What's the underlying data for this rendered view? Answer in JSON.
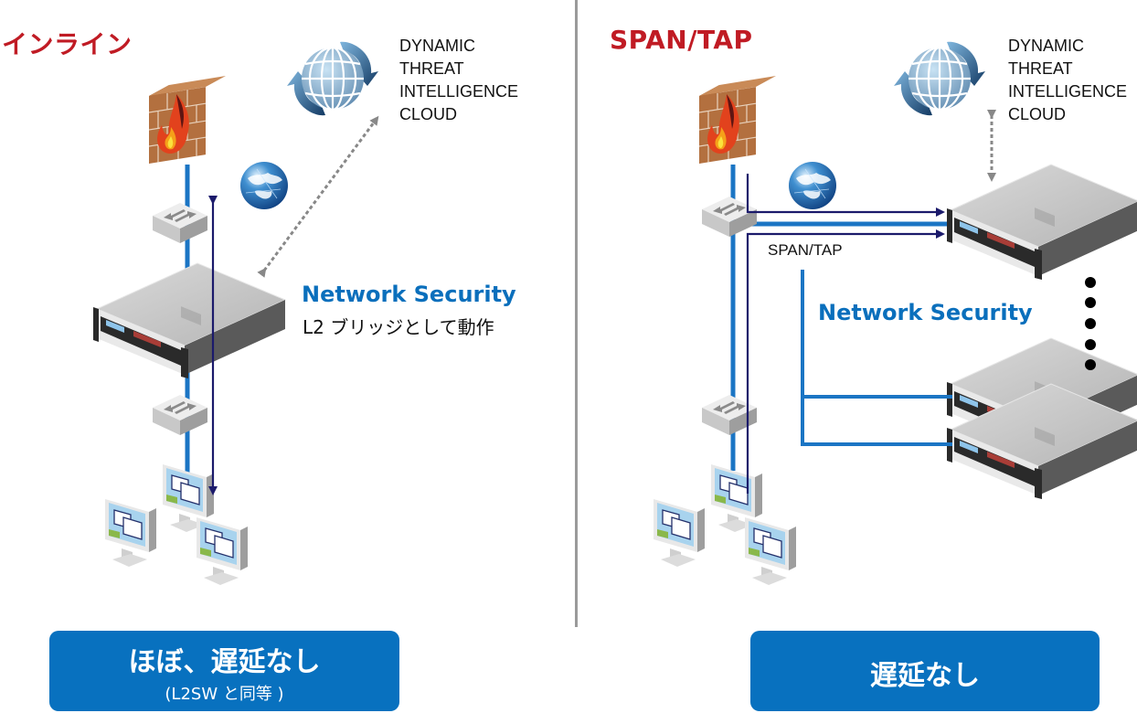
{
  "inline": {
    "title": "インライン",
    "cloud_label": [
      "DYNAMIC",
      "THREAT",
      "INTELLIGENCE",
      "CLOUD"
    ],
    "product_label": "Network Security",
    "product_sub": "L2 ブリッジとして動作",
    "result_main": "ほぼ、遅延なし",
    "result_sub": "(L2SW と同等 )"
  },
  "span_tap": {
    "title": "SPAN/TAP",
    "cloud_label": [
      "DYNAMIC",
      "THREAT",
      "INTELLIGENCE",
      "CLOUD"
    ],
    "mirror_label": "SPAN/TAP",
    "product_label": "Network Security",
    "result_main": "遅延なし"
  },
  "icons": {
    "firewall": "firewall-icon",
    "internet": "internet-globe-icon",
    "threat_cloud": "threat-intelligence-cloud-icon",
    "switch": "network-switch-icon",
    "appliance": "security-appliance-icon",
    "client": "client-pc-icon"
  },
  "colors": {
    "title_red": "#c01b24",
    "accent_blue": "#0a6fbc",
    "link_blue": "#1b75c4",
    "traffic_navy": "#1b1a6b",
    "divider_gray": "#9a9a9a",
    "result_box": "#0871bf"
  }
}
